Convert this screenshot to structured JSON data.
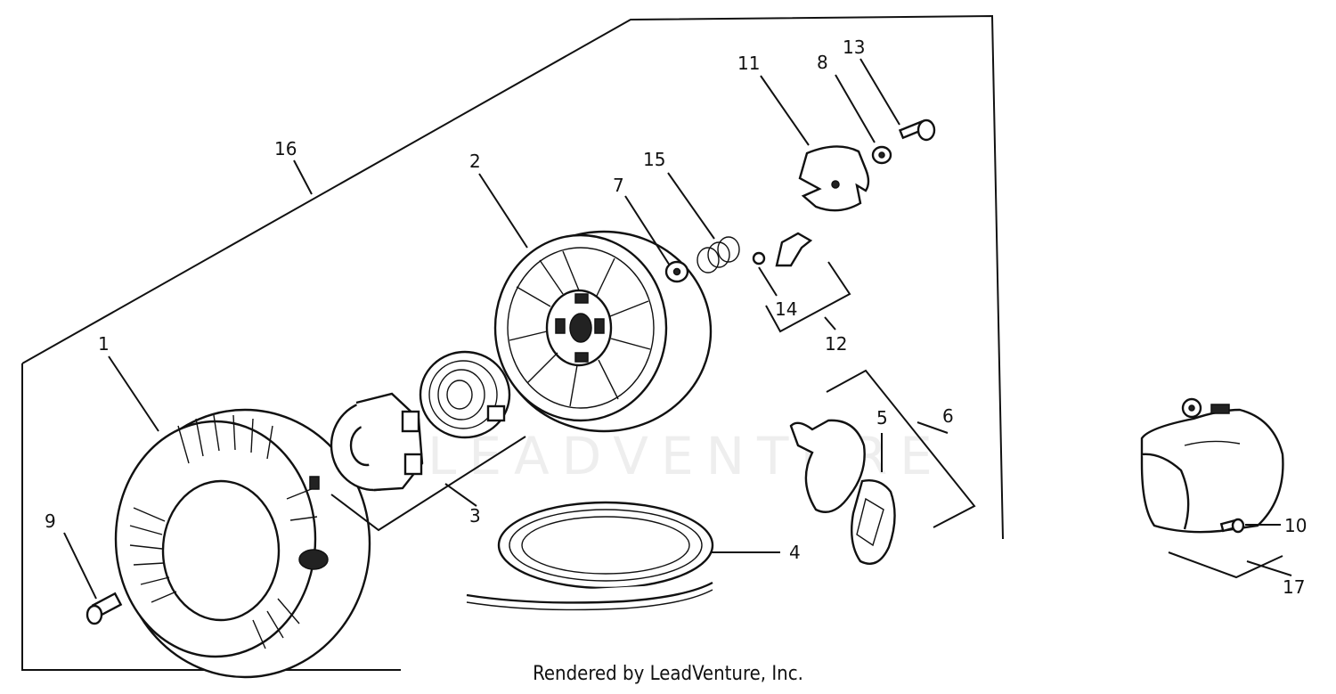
{
  "watermark": "LEADVENTURE",
  "footer": "Rendered by LeadVenture, Inc.",
  "callouts": {
    "c1": "1",
    "c2": "2",
    "c3": "3",
    "c4": "4",
    "c5": "5",
    "c6": "6",
    "c7": "7",
    "c8": "8",
    "c9": "9",
    "c10": "10",
    "c11": "11",
    "c12": "12",
    "c13": "13",
    "c14": "14",
    "c15": "15",
    "c16": "16",
    "c17": "17"
  }
}
